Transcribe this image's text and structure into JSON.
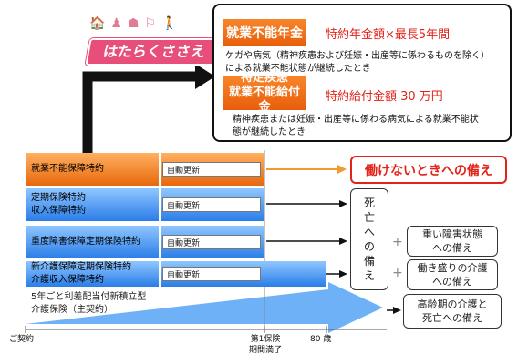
{
  "logo": {
    "icons": "🏠♟☗⚐🚶",
    "text": "はたらくささえ"
  },
  "callout": {
    "badge1": "就業不能年金",
    "badge1_value": "特約年金額×最長5年間",
    "badge1_desc_line1": "ケガや病気（精神疾患および妊娠・出産等に係わるものを除く）",
    "badge1_desc_line2": "による就業不能状態が継続したとき",
    "badge2_line1": "特定疾患",
    "badge2_line2": "就業不能給付金",
    "badge2_value": "特約給付金額 30 万円",
    "badge2_desc_line1": "精神疾患または妊娠・出産等に係わる病気による就業不能状",
    "badge2_desc_line2": "態が継続したとき"
  },
  "rows": {
    "r1": "就業不能保障特約",
    "r2_line1": "定期保険特約",
    "r2_line2": "収入保障特約",
    "r3": "重度障害保障定期保険特約",
    "r4_line1": "新介護保障定期保険特約",
    "r4_line2": "介護収入保障特約",
    "main_line1": "5年ごと利差配当付新積立型",
    "main_line2": "介護保険（主契約）"
  },
  "auto_label": "自動更新",
  "results": {
    "red": "働けないときへの備え",
    "death_chars": [
      "死",
      "亡",
      "へ",
      "の",
      "備",
      "え"
    ],
    "plus": "+",
    "b1_line1": "重い障害状態",
    "b1_line2": "への備え",
    "b2_line1": "働き盛りの介護",
    "b2_line2": "への備え",
    "b3_line1": "高齢期の介護と",
    "b3_line2": "死亡への備え"
  },
  "timeline": {
    "start": "ご契約",
    "mid_line1": "第1保険",
    "mid_line2": "期間満了",
    "age": "80 歳"
  },
  "colors": {
    "orange": "#e8680c",
    "blue": "#2a7de8",
    "red": "#e2231a"
  }
}
